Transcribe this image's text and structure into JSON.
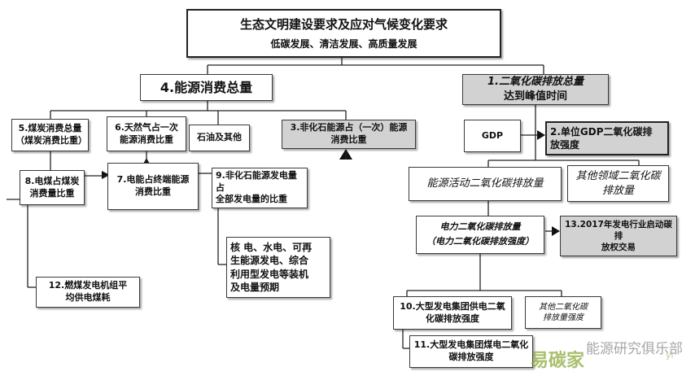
{
  "top": {
    "title": "生态文明建设要求及应对气候变化要求",
    "subtitle": "低碳发展、清洁发展、高质量发展"
  },
  "energy_total": "4.能源消费总量",
  "co2_total": {
    "line1": "1.二氧化碳排放总量",
    "line2": "达到峰值时间"
  },
  "coal_total": "5.煤炭消费总量\n（煤炭消费比重）",
  "gas_share": "6.天然气占一次\n能源消费比重",
  "oil_other": "石油及其他",
  "nonfossil_share": "3.非化石能源占（一次）能源\n消费比重",
  "gdp": "GDP",
  "gdp_intensity": "2.单位GDP二氧化碳排\n放强度",
  "coal_power_share": "8.电煤占煤炭\n消费量比重",
  "elec_terminal": "7.电能占终端能源\n消费比重",
  "nonfossil_power": "9.非化石能源发电量占\n全部发电量的比重",
  "energy_activity": "能源活动二氧化碳排放量",
  "other_sectors": "其他领域二氧化碳\n排放量",
  "power_co2": {
    "line1": "电力二氧化碳排放量",
    "line2": "（电力二氧化碳排放强度）"
  },
  "carbon_trading": "13.2017年发电行业启动碳排\n放权交易",
  "power_mix": "核 电、水电、可再\n生能源发电、综合\n利用型发电等装机\n及电量预期",
  "coal_unit": "12.燃煤发电机组平\n均供电煤耗",
  "group_supply": "10.大型发电集团供电二氧\n化碳排放强度",
  "other_intensity": "其他二氧化碳\n排放量强度",
  "group_coal": "11.大型发电集团煤电二氧化\n碳排放强度",
  "watermark": {
    "logo": "易碳家",
    "text": "能源研究俱乐部",
    "url": "yi"
  }
}
